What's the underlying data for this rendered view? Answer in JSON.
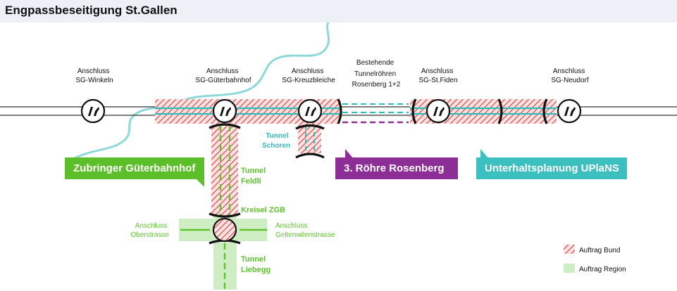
{
  "title": "Engpassbeseitigung St.Gallen",
  "colors": {
    "bund_hatch": "#e03a3a",
    "region_fill": "#cfedc3",
    "region_green": "#5ec22e",
    "cyan": "#2cbcbc",
    "cyan_river": "#8fd8d8",
    "purple": "#8d2d96",
    "callout_green": "#5cbf2a",
    "callout_purple": "#8d2d96",
    "callout_cyan": "#3cbfbf"
  },
  "junctions": [
    {
      "id": "winkeln",
      "label": [
        "Anschluss",
        "SG-Winkeln"
      ]
    },
    {
      "id": "gueterbahnhof",
      "label": [
        "Anschluss",
        "SG-Güterbahnhof"
      ]
    },
    {
      "id": "kreuzbleiche",
      "label": [
        "Anschluss",
        "SG-Kreuzbleiche"
      ]
    },
    {
      "id": "stfiden",
      "label": [
        "Anschluss",
        "SG-St.Fiden"
      ]
    },
    {
      "id": "neudorf",
      "label": [
        "Anschluss",
        "SG-Neudorf"
      ]
    }
  ],
  "tunnel_rosenberg_label": [
    "Bestehende",
    "Tunnelröhren",
    "Rosenberg 1+2"
  ],
  "tunnel_schoren_label": [
    "Tunnel",
    "Schoren"
  ],
  "tunnel_feldli_label": [
    "Tunnel",
    "Feldli"
  ],
  "kreisel_label": "Kreisel ZGB",
  "anschluss_oberstrasse_label": [
    "Anschluss",
    "Oberstrasse"
  ],
  "anschluss_geltenwilen_label": [
    "Anschluss",
    "Geltenwilenstrasse"
  ],
  "tunnel_liebegg_label": [
    "Tunnel",
    "Liebegg"
  ],
  "callouts": {
    "zubringer": "Zubringer Güterbahnhof",
    "roehre": "3. Röhre Rosenberg",
    "uplans": "Unterhaltsplanung UPlaNS"
  },
  "legend": {
    "bund": "Auftrag Bund",
    "region": "Auftrag Region"
  }
}
